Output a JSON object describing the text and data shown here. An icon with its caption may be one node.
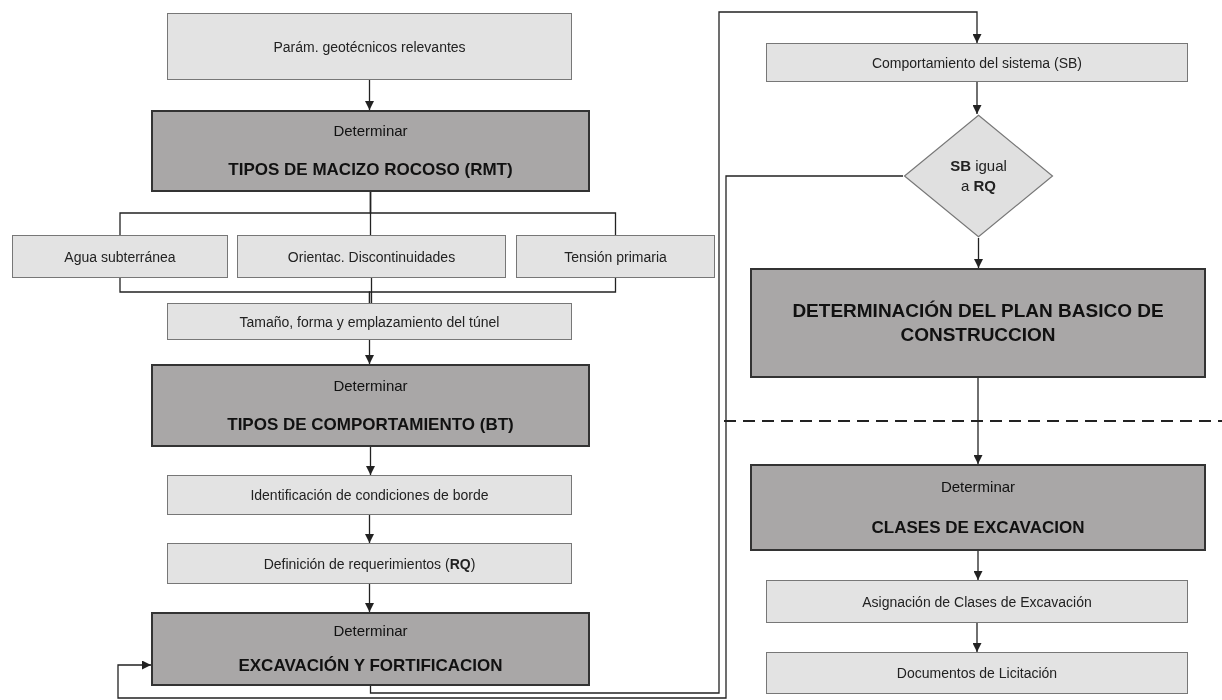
{
  "diagram": {
    "nodes": [
      {
        "text": [
          "Parám. geotécnicos relevantes"
        ]
      },
      {
        "text": [
          "Determinar",
          "TIPOS DE MACIZO ROCOSO (RMT)"
        ]
      },
      {
        "text": [
          "Agua subterránea"
        ]
      },
      {
        "text": [
          "Orientac. Discontinuidades"
        ]
      },
      {
        "text": [
          "Tensión primaria"
        ]
      },
      {
        "text": [
          "Tamaño, forma y emplazamiento del túnel"
        ]
      },
      {
        "text": [
          "Determinar",
          "TIPOS DE COMPORTAMIENTO (BT)"
        ]
      },
      {
        "text": [
          "Identificación de condiciones de borde"
        ]
      },
      {
        "text": [
          "Definición de requerimientos (**RQ**)"
        ]
      },
      {
        "text": [
          "Determinar",
          "EXCAVACIÓN Y FORTIFICACION"
        ]
      },
      {
        "text": [
          "Comportamiento del sistema (SB)"
        ]
      },
      {
        "text": [
          "**SB** igual a **RQ**"
        ]
      },
      {
        "text": [
          "DETERMINACIÓN DEL PLAN BASICO DE CONSTRUCCION"
        ]
      },
      {
        "text": [
          "Determinar",
          "CLASES DE EXCAVACION"
        ]
      },
      {
        "text": [
          "Asignación de Clases de Excavación"
        ]
      },
      {
        "text": [
          "Documentos de Licitación"
        ]
      }
    ],
    "edges": [
      {
        "from": 0,
        "to": 1,
        "arrow": "to"
      },
      {
        "from": 1,
        "to": 2,
        "arrow": "none"
      },
      {
        "from": 1,
        "to": 3,
        "arrow": "none"
      },
      {
        "from": 1,
        "to": 4,
        "arrow": "none"
      },
      {
        "from": 2,
        "to": 5,
        "arrow": "none"
      },
      {
        "from": 3,
        "to": 5,
        "arrow": "none"
      },
      {
        "from": 4,
        "to": 5,
        "arrow": "none"
      },
      {
        "from": 5,
        "to": 6,
        "arrow": "to"
      },
      {
        "from": 6,
        "to": 7,
        "arrow": "to"
      },
      {
        "from": 7,
        "to": 8,
        "arrow": "to"
      },
      {
        "from": 8,
        "to": 9,
        "arrow": "to"
      },
      {
        "from": 9,
        "to": 10,
        "arrow": "to"
      },
      {
        "from": 10,
        "to": 11,
        "arrow": "to"
      },
      {
        "from": 11,
        "to": 12,
        "arrow": "to"
      },
      {
        "from": 12,
        "to": 13,
        "arrow": "to"
      },
      {
        "from": 13,
        "to": 14,
        "arrow": "to"
      },
      {
        "from": 14,
        "to": 15,
        "arrow": "to"
      },
      {
        "from": 11,
        "to": 9,
        "arrow": "to"
      }
    ]
  }
}
